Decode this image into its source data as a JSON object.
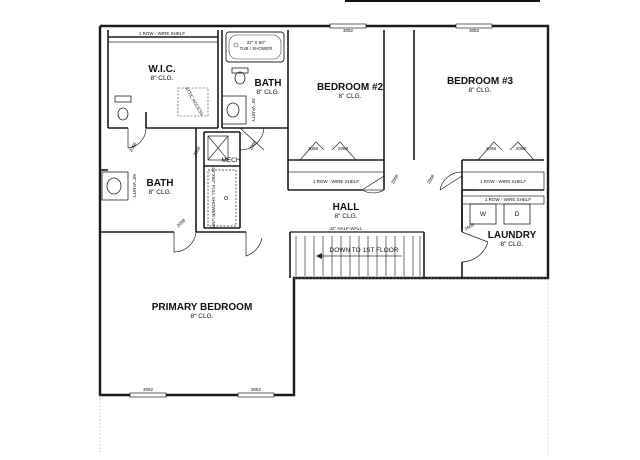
{
  "rooms": {
    "wic": {
      "name": "W.I.C.",
      "clg": "8\" CLG."
    },
    "bath1": {
      "name": "BATH",
      "clg": "8\" CLG."
    },
    "bath2": {
      "name": "BATH",
      "clg": "8\" CLG."
    },
    "bed2": {
      "name": "BEDROOM #2",
      "clg": "8\" CLG."
    },
    "bed3": {
      "name": "BEDROOM #3",
      "clg": "8\" CLG."
    },
    "hall": {
      "name": "HALL",
      "clg": "8\" CLG."
    },
    "laundry": {
      "name": "LAUNDRY",
      "clg": "8\" CLG."
    },
    "primary": {
      "name": "PRIMARY BEDROOM",
      "clg": "8\" CLG."
    }
  },
  "notes": {
    "wic_shelf": "1 ROW - WIRE SHELF",
    "tub": "32\" X 60\"",
    "tub2": "TUB / SHOWER",
    "mech": "MECH",
    "shower": "34\"X60\" FULL SHOWER UNIT",
    "vanity1": "36\" VANITY",
    "vanity2": "60\" VANITY",
    "attic": "ATTIC ACCESS",
    "bed2_shelf": "1 ROW - WIRE SHELF",
    "bed3_shelf": "1 ROW - WIRE SHELF",
    "laundry_shelf": "1 ROW - WIRE SHELF",
    "washer": "W",
    "dryer": "D",
    "half_wall": "42\" HALF-WALL",
    "stairs": "DOWN TO 1ST FLOOR"
  },
  "windows": {
    "bed2": "3052",
    "bed3": "3052",
    "primary_left": "3052",
    "primary_right": "3052"
  },
  "doors": {
    "wic": "2068",
    "bath_hall": "2068",
    "bath_mech": "2068",
    "closet1": "2068",
    "closet2": "2068",
    "closet3": "2068",
    "closet4": "2068",
    "bed2": "2868",
    "bed3": "2868",
    "laundry": "2668",
    "primary": "2868"
  }
}
